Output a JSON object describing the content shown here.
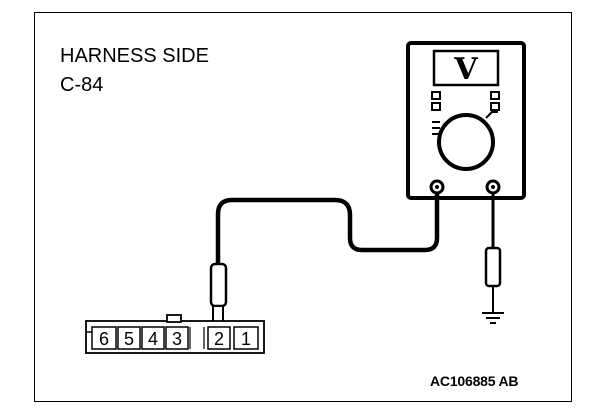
{
  "diagram": {
    "heading_line1": "HARNESS SIDE",
    "heading_line2": "C-84",
    "figure_code": "AC106885 AB",
    "meter_symbol": "V",
    "connector_pins": [
      "6",
      "5",
      "4",
      "3",
      "2",
      "1"
    ],
    "probed_pin": "2",
    "colors": {
      "ink": "#000000",
      "paper": "#ffffff"
    }
  }
}
